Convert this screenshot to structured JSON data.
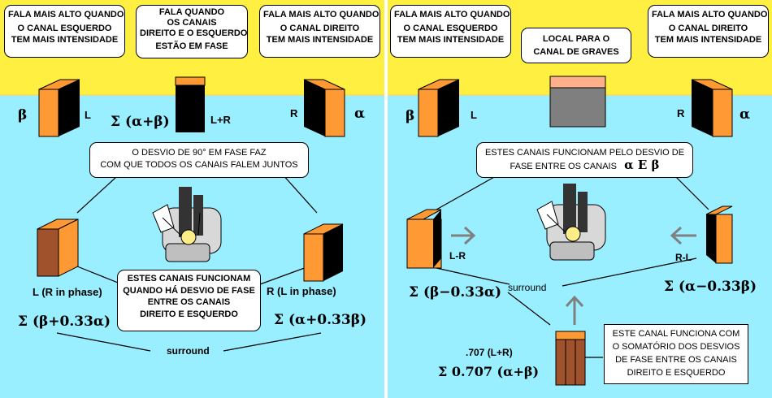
{
  "left": {
    "callout_left": [
      "FALA MAIS ALTO QUANDO",
      "O CANAL ESQUERDO",
      "TEM MAIS INTENSIDADE"
    ],
    "callout_center": [
      "FALA QUANDO",
      "OS CANAIS",
      "DIREITO E O ESQUERDO",
      "ESTÃO EM FASE"
    ],
    "callout_right": [
      "FALA MAIS ALTO QUANDO",
      "O CANAL DIREITO",
      "TEM MAIS INTENSIDADE"
    ],
    "beta": "β",
    "alpha": "α",
    "label_L": "L",
    "label_R": "R",
    "label_LR": "L+R",
    "formula_center": "Σ (α+β)",
    "callout_phase": [
      "O DESVIO DE 90° EM FASE FAZ",
      "COM QUE TODOS OS CANAIS FALEM JUNTOS"
    ],
    "label_rear_left": "L (R in phase)",
    "label_rear_right": "R (L in phase)",
    "formula_rear_left": "Σ  (β+0.33α)",
    "formula_rear_right": "Σ  (α+0.33β)",
    "callout_surround": [
      "ESTES CANAIS FUNCIONAM",
      "QUANDO HÁ DESVIO DE FASE",
      "ENTRE OS CANAIS",
      "DIREITO E ESQUERDO"
    ],
    "surround": "surround"
  },
  "right": {
    "callout_left": [
      "FALA MAIS ALTO QUANDO",
      "O CANAL ESQUERDO",
      "TEM MAIS INTENSIDADE"
    ],
    "callout_center": [
      "LOCAL  PARA O",
      "CANAL DE GRAVES"
    ],
    "callout_right": [
      "FALA MAIS ALTO QUANDO",
      "O CANAL DIREITO",
      "TEM MAIS INTENSIDADE"
    ],
    "beta": "β",
    "alpha": "α",
    "label_L": "L",
    "label_R": "R",
    "callout_phase_text": [
      "ESTES CANAIS FUNCIONAM PELO DESVIO DE",
      "FASE  ENTRE OS CANAIS"
    ],
    "callout_phase_greek": "α E β",
    "label_LR": "L-R",
    "label_RL": "R-L",
    "formula_left": "Σ  (β−0.33α)",
    "formula_right": "Σ  (α−0.33β)",
    "surround": "surround",
    "label_center": ".707 (L+R)",
    "formula_center": "Σ 0.707 (α+β)",
    "callout_center_ch": [
      "ESTE CANAL FUNCIONA COM",
      "O SOMATÓRIO DOS DESVIOS",
      "DE FASE ENTRE OS CANAIS",
      "DIREITO E ESQUERDO"
    ]
  },
  "colors": {
    "wall": "#ffef40",
    "floor": "#99eeff",
    "speaker_orange": "#ff9933",
    "speaker_dark": "#000000",
    "speaker_brown": "#a0522d",
    "subwoofer": "#7f7f7f",
    "arrow": "#808080"
  }
}
